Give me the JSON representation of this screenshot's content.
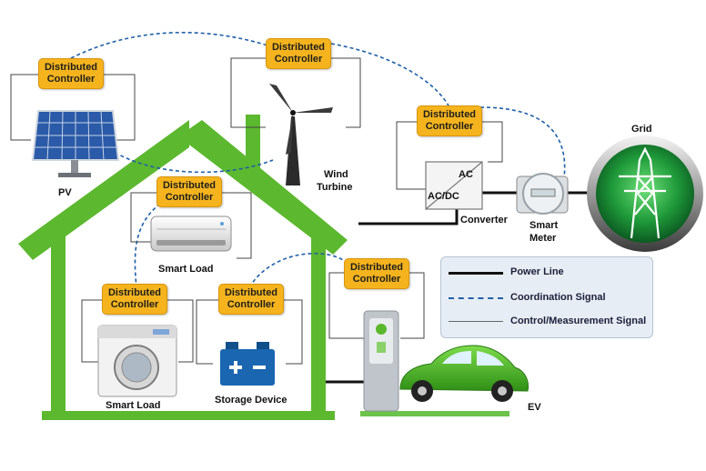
{
  "controller_line1": "Distributed",
  "controller_line2": "Controller",
  "labels": {
    "pv": "PV",
    "wind_1": "Wind",
    "wind_2": "Turbine",
    "smart_load_ac": "Smart Load",
    "smart_load_washer": "Smart Load",
    "storage": "Storage Device",
    "converter": "Converter",
    "converter_ac": "AC",
    "converter_acdc": "AC/DC",
    "smart_meter_1": "Smart",
    "smart_meter_2": "Meter",
    "grid": "Grid",
    "ev": "EV"
  },
  "legend": {
    "power_line": "Power Line",
    "coordination": "Coordination Signal",
    "control": "Control/Measurement Signal"
  },
  "colors": {
    "house_green": "#5cb82e",
    "controller": "#f5b41d",
    "coordination_signal": "#1f5fa8",
    "power_line": "#111111",
    "control_signal": "#444444"
  }
}
